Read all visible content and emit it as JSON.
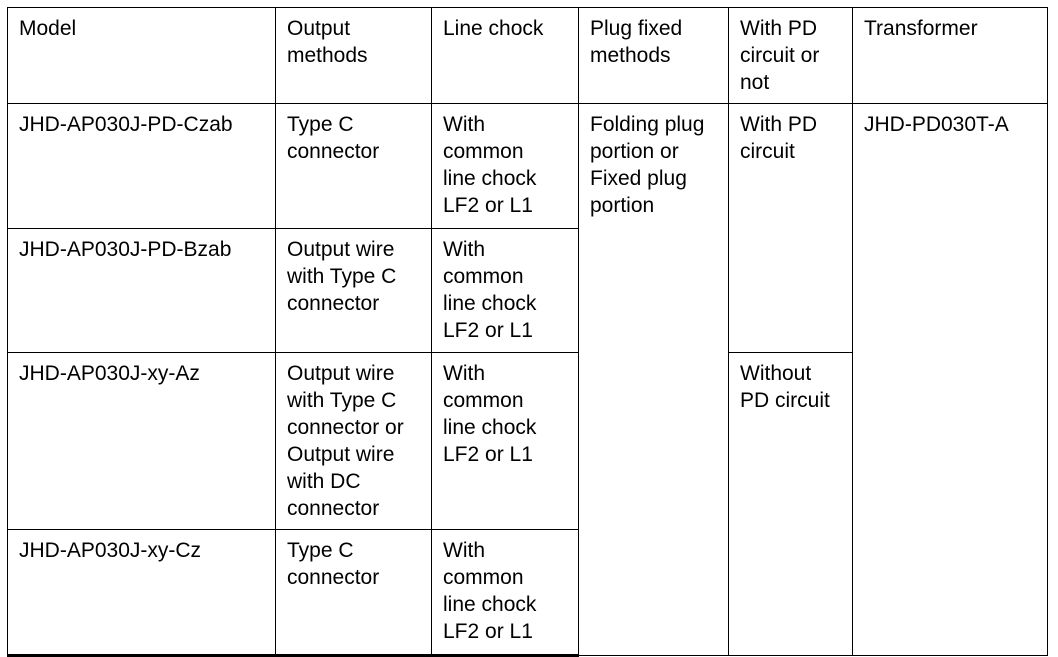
{
  "table": {
    "headers": [
      "Model",
      "Output\nmethods",
      "Line chock",
      "Plug fixed\nmethods",
      "With PD\ncircuit or\nnot",
      "Transformer"
    ],
    "rows": [
      {
        "model": "JHD-AP030J-PD-Czab",
        "output_methods": "Type C\nconnector",
        "line_chock": "With\ncommon\nline chock\nLF2 or L1"
      },
      {
        "model": "JHD-AP030J-PD-Bzab",
        "output_methods": "Output wire\nwith Type C\nconnector",
        "line_chock": "With\ncommon\nline chock\nLF2 or L1"
      },
      {
        "model": "JHD-AP030J-xy-Az",
        "output_methods": "Output wire\nwith Type C\nconnector or\nOutput wire\nwith DC\nconnector",
        "line_chock": "With\ncommon\nline chock\nLF2 or L1"
      },
      {
        "model": "JHD-AP030J-xy-Cz",
        "output_methods": "Type C\nconnector",
        "line_chock": "With\ncommon\nline chock\nLF2 or L1"
      }
    ],
    "merged": {
      "plug_fixed_methods": "Folding plug\nportion or\nFixed plug\nportion",
      "pd_circuit_top": "With PD\ncircuit",
      "pd_circuit_bottom": "Without\nPD circuit",
      "transformer": "JHD-PD030T-A"
    }
  },
  "colors": {
    "border": "#000000",
    "text": "#000000",
    "background": "#ffffff"
  }
}
